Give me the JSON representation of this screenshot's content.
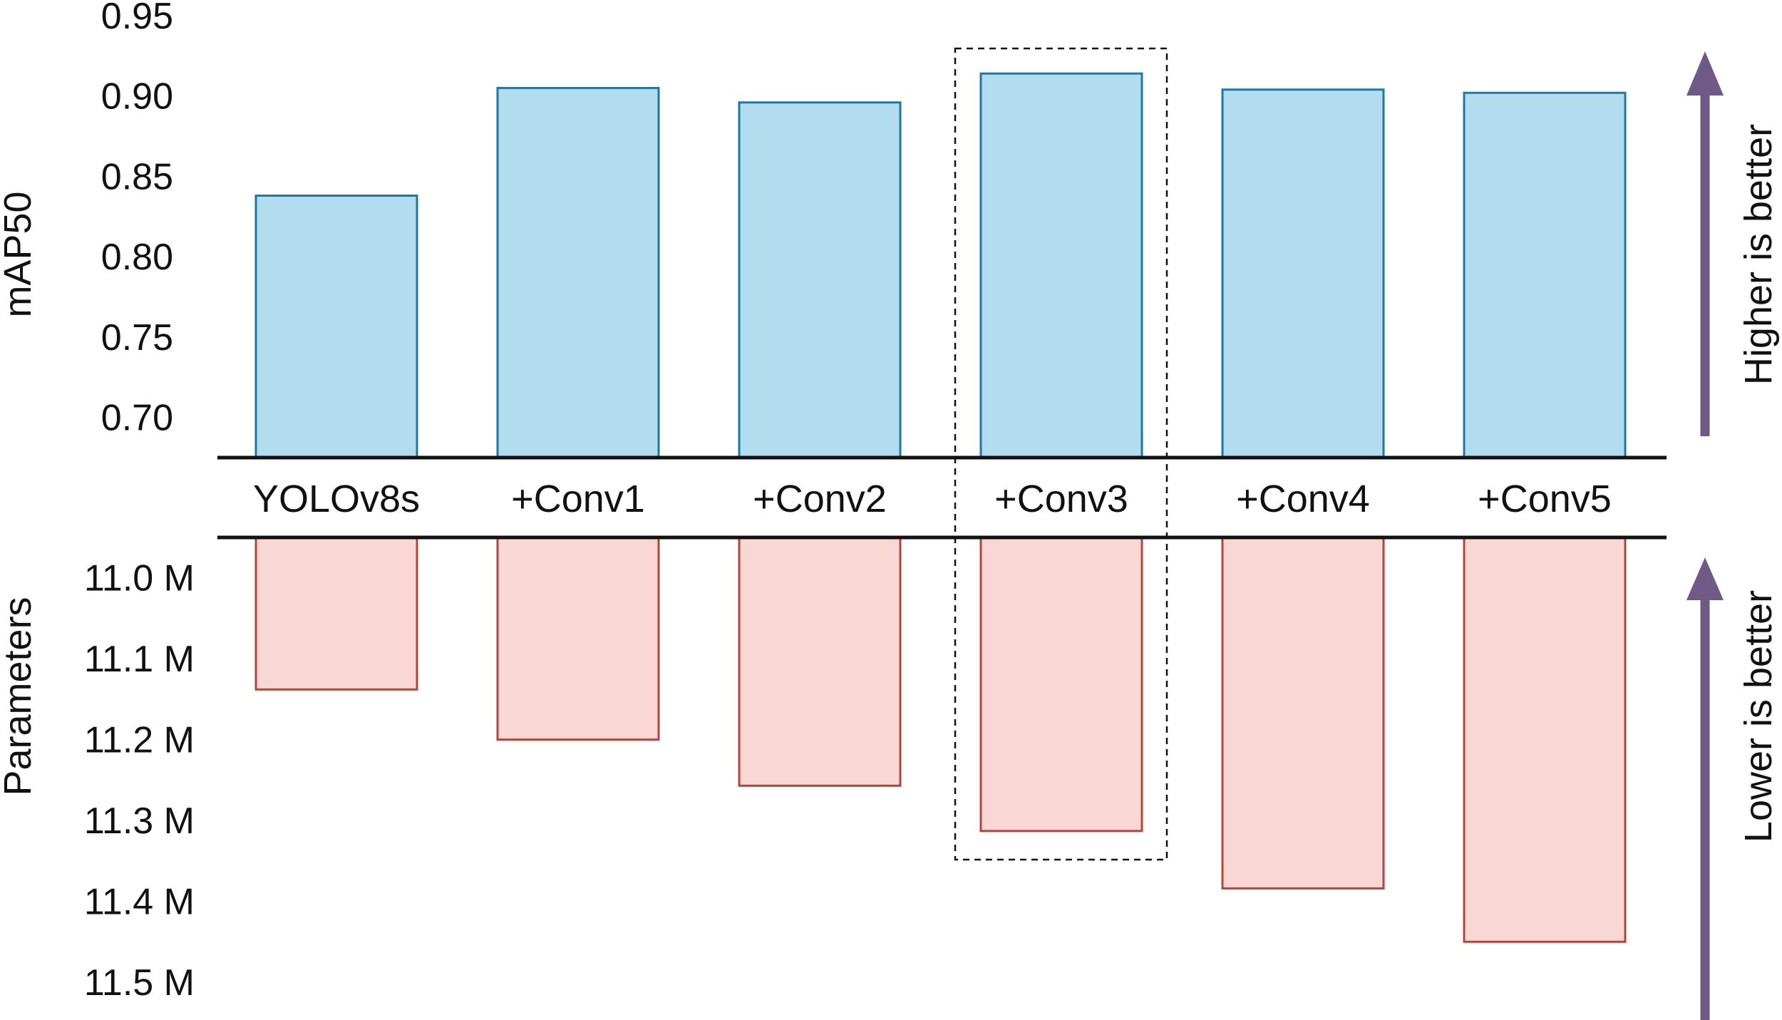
{
  "chart_data": {
    "type": "bar",
    "categories": [
      "YOLOv8s",
      "+Conv1",
      "+Conv2",
      "+Conv3",
      "+Conv4",
      "+Conv5"
    ],
    "highlighted_category": "+Conv3",
    "top": {
      "ylabel": "mAP50",
      "values": [
        0.838,
        0.905,
        0.896,
        0.914,
        0.904,
        0.902
      ],
      "ylim": [
        0.675,
        0.95
      ],
      "ticks": [
        0.7,
        0.75,
        0.8,
        0.85,
        0.9,
        0.95
      ],
      "tick_labels": [
        "0.70",
        "0.75",
        "0.80",
        "0.85",
        "0.90",
        "0.95"
      ],
      "annotation": "Higher is better"
    },
    "bottom": {
      "ylabel": "Parameters",
      "values": [
        11.138,
        11.2,
        11.257,
        11.313,
        11.384,
        11.45
      ],
      "ylim": [
        10.95,
        11.5
      ],
      "ticks": [
        11.0,
        11.1,
        11.2,
        11.3,
        11.4,
        11.5
      ],
      "tick_labels": [
        "11.0 M",
        "11.1 M",
        "11.2 M",
        "11.3 M",
        "11.4 M",
        "11.5 M"
      ],
      "annotation": "Lower is better"
    },
    "grid": false,
    "colors": {
      "top_fill": "#b1ddef",
      "top_stroke": "#1f78a3",
      "bottom_fill": "#f8d7d4",
      "bottom_stroke": "#b3463a",
      "arrow": "#6e5a85",
      "axis": "#111111"
    }
  }
}
